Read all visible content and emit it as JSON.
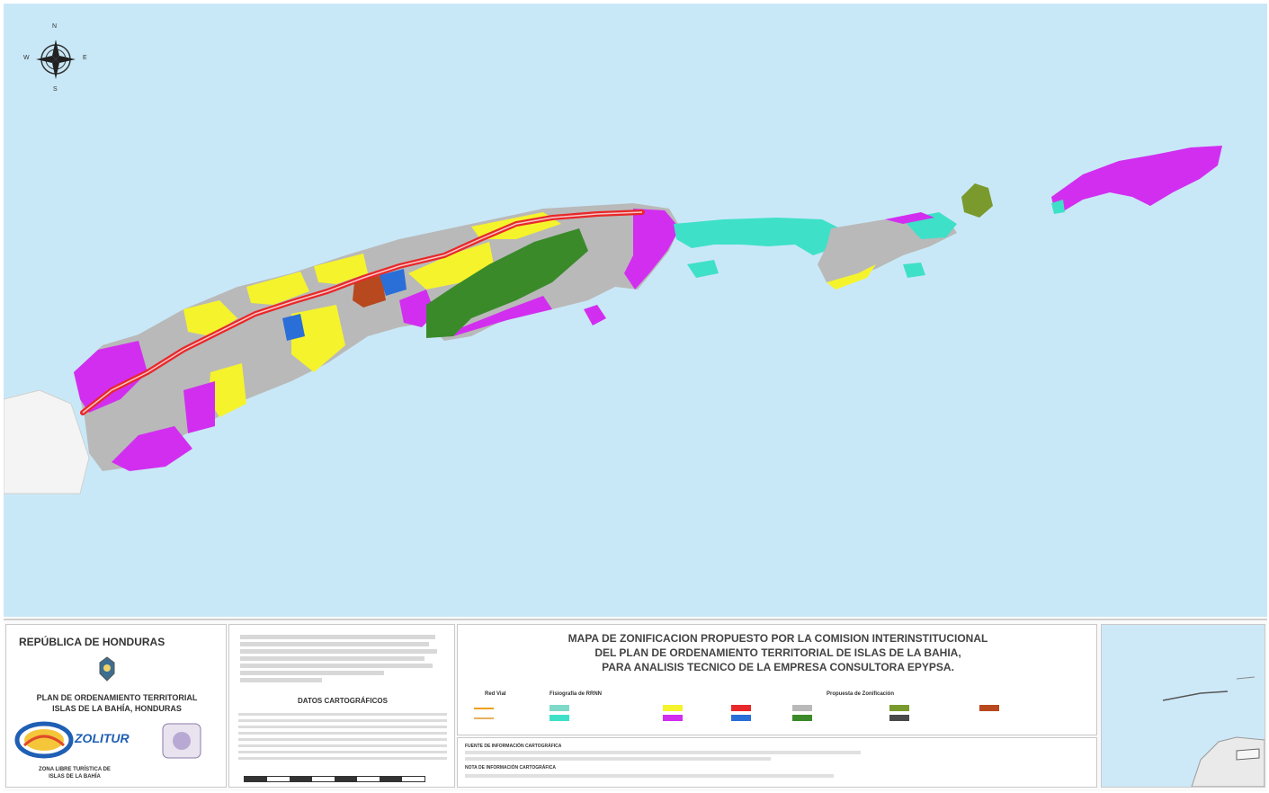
{
  "map": {
    "compass": {
      "n": "N",
      "s": "S",
      "e": "E",
      "w": "W"
    },
    "place_labels": [
      "",
      ""
    ],
    "colors": {
      "sea": "#c9e8f7",
      "mainland": "#f4f4f4",
      "urban_grey": "#b9b9b9",
      "yellow": "#f5f32c",
      "magenta": "#d22ef0",
      "green": "#3a8a2a",
      "olive": "#7a9a2e",
      "cyan": "#3fe0c8",
      "red_road": "#e8282a",
      "blue": "#2a6ed8",
      "brown": "#b8481e"
    }
  },
  "panel": {
    "country": "REPÚBLICA DE HONDURAS",
    "plan_title_1": "PLAN DE ORDENAMIENTO TERRITORIAL",
    "plan_title_2": "ISLAS DE LA BAHÍA, HONDURAS",
    "logo_zolitur": "ZOLITUR",
    "zolitur_caption_1": "ZONA LIBRE TURÍSTICA DE",
    "zolitur_caption_2": "ISLAS DE LA BAHÍA",
    "datos_title": "DATOS CARTOGRÁFICOS",
    "main_title_1": "MAPA DE ZONIFICACION PROPUESTO POR LA COMISION INTERINSTITUCIONAL",
    "main_title_2": "DEL PLAN DE ORDENAMIENTO TERRITORIAL DE ISLAS DE LA BAHIA,",
    "main_title_3": "PARA ANALISIS TECNICO DE LA EMPRESA CONSULTORA EPYPSA.",
    "legend_red_vial": "Red Vial",
    "legend_fisiografia": "Fisiografía de RRNN",
    "legend_propuesta": "Propuesta de Zonificación",
    "fuente_label": "FUENTE DE INFORMACIÓN CARTOGRÁFICA",
    "nota_label": "NOTA DE INFORMACIÓN CARTOGRÁFICA"
  },
  "legend_swatches": {
    "fisiografia": [
      "#7ed9c8",
      "#3fe0c8"
    ],
    "propuesta": [
      "#f5f32c",
      "#d22ef0",
      "#e8282a",
      "#2a6ed8",
      "#b9b9b9",
      "#3a8a2a",
      "#7a9a2e",
      "#4a4a4a",
      "#b8481e"
    ],
    "roads": [
      "#f0a020",
      "#e8b060"
    ]
  }
}
